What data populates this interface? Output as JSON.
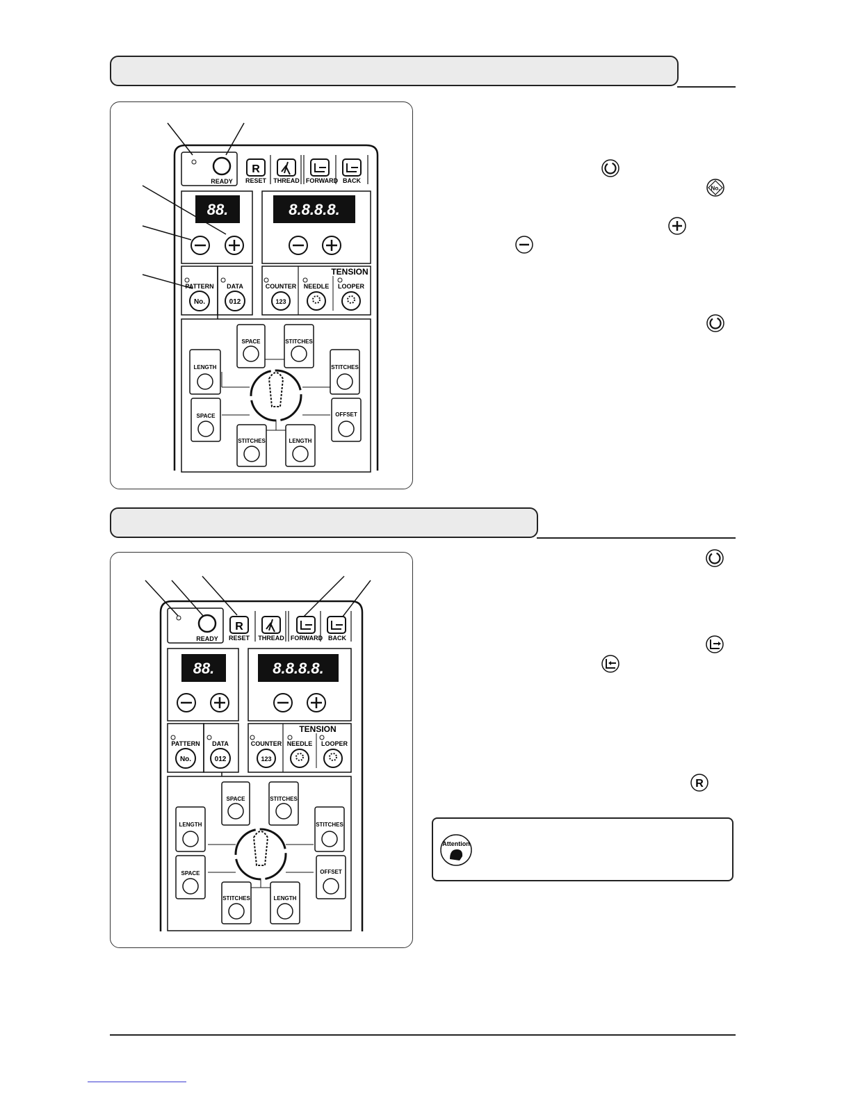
{
  "panel": {
    "buttons": {
      "ready": "READY",
      "reset": "RESET",
      "reset_glyph": "R",
      "thread": "THREAD",
      "forward": "FORWARD",
      "back": "BACK"
    },
    "display_small": "88.",
    "display_large": "8.8.8.8.",
    "keys": {
      "pattern": "PATTERN",
      "data": "DATA",
      "counter": "COUNTER",
      "tension": "TENSION",
      "needle": "NEEDLE",
      "looper": "LOOPER",
      "pattern_glyph": "No.",
      "data_glyph": "012",
      "counter_glyph": "123"
    },
    "stitch_keys": {
      "space_top": "SPACE",
      "stitches_top": "STITCHES",
      "length_left": "LENGTH",
      "stitches_right": "STITCHES",
      "space_left": "SPACE",
      "offset_right": "OFFSET",
      "stitches_bottom": "STITCHES",
      "length_bottom": "LENGTH"
    }
  },
  "inline_icons": {
    "ready_glyph": "ready-icon",
    "pattern_glyph": "No.",
    "plus_glyph": "+",
    "minus_glyph": "−",
    "forward_glyph": "forward-icon",
    "back_glyph": "back-icon",
    "reset_glyph": "R"
  },
  "attention": {
    "label": "Attention"
  }
}
